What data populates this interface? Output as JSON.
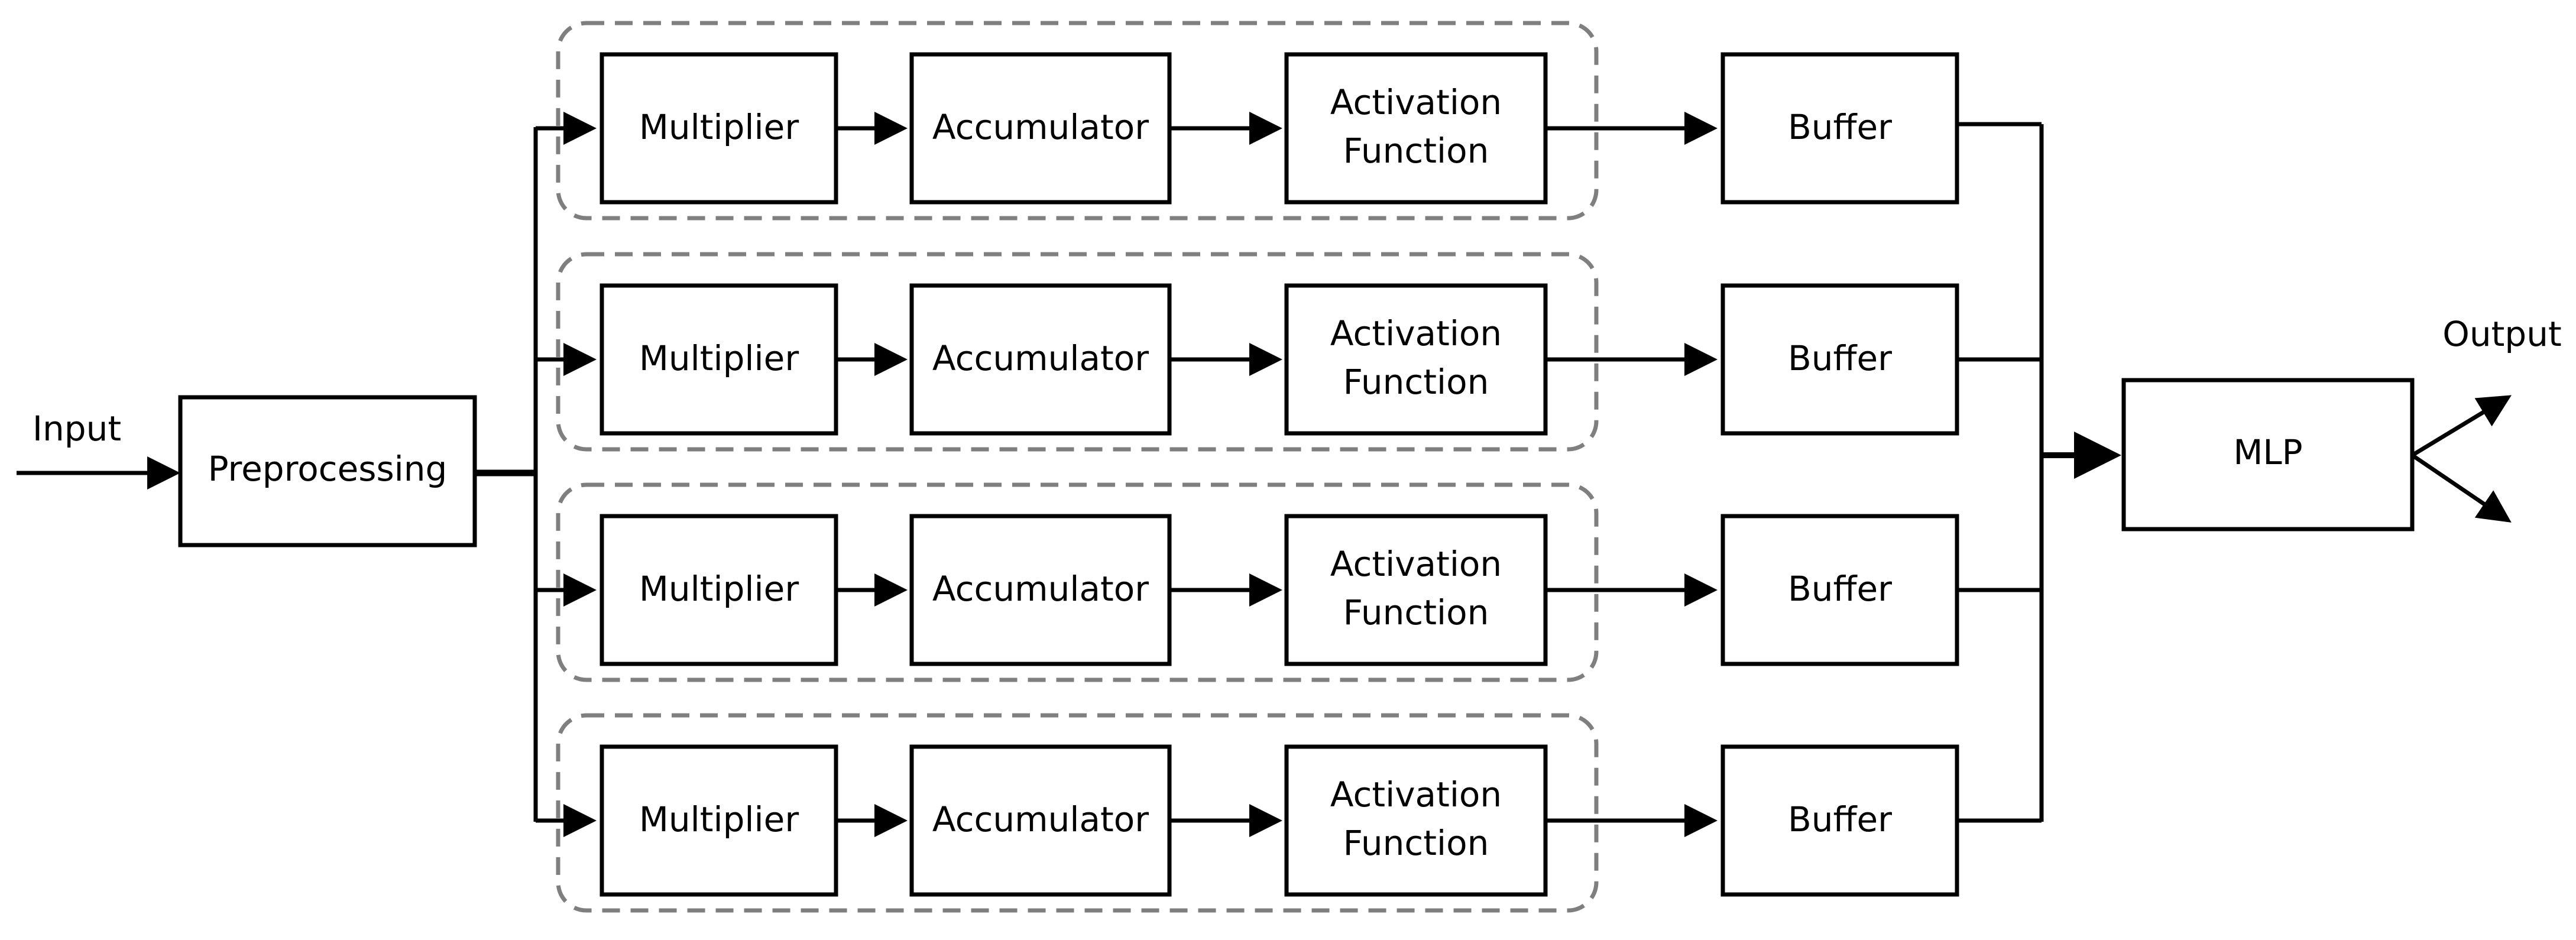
{
  "labels": {
    "input": "Input",
    "output": "Output",
    "preprocessing": "Preprocessing",
    "mlp": "MLP"
  },
  "lanes": [
    {
      "multiplier": "Multiplier",
      "accumulator": "Accumulator",
      "activation_line1": "Activation",
      "activation_line2": "Function",
      "buffer": "Buffer"
    },
    {
      "multiplier": "Multiplier",
      "accumulator": "Accumulator",
      "activation_line1": "Activation",
      "activation_line2": "Function",
      "buffer": "Buffer"
    },
    {
      "multiplier": "Multiplier",
      "accumulator": "Accumulator",
      "activation_line1": "Activation",
      "activation_line2": "Function",
      "buffer": "Buffer"
    },
    {
      "multiplier": "Multiplier",
      "accumulator": "Accumulator",
      "activation_line1": "Activation",
      "activation_line2": "Function",
      "buffer": "Buffer"
    }
  ],
  "colors": {
    "line": "#000000",
    "group_border": "#7f7f7f",
    "background": "#ffffff"
  }
}
